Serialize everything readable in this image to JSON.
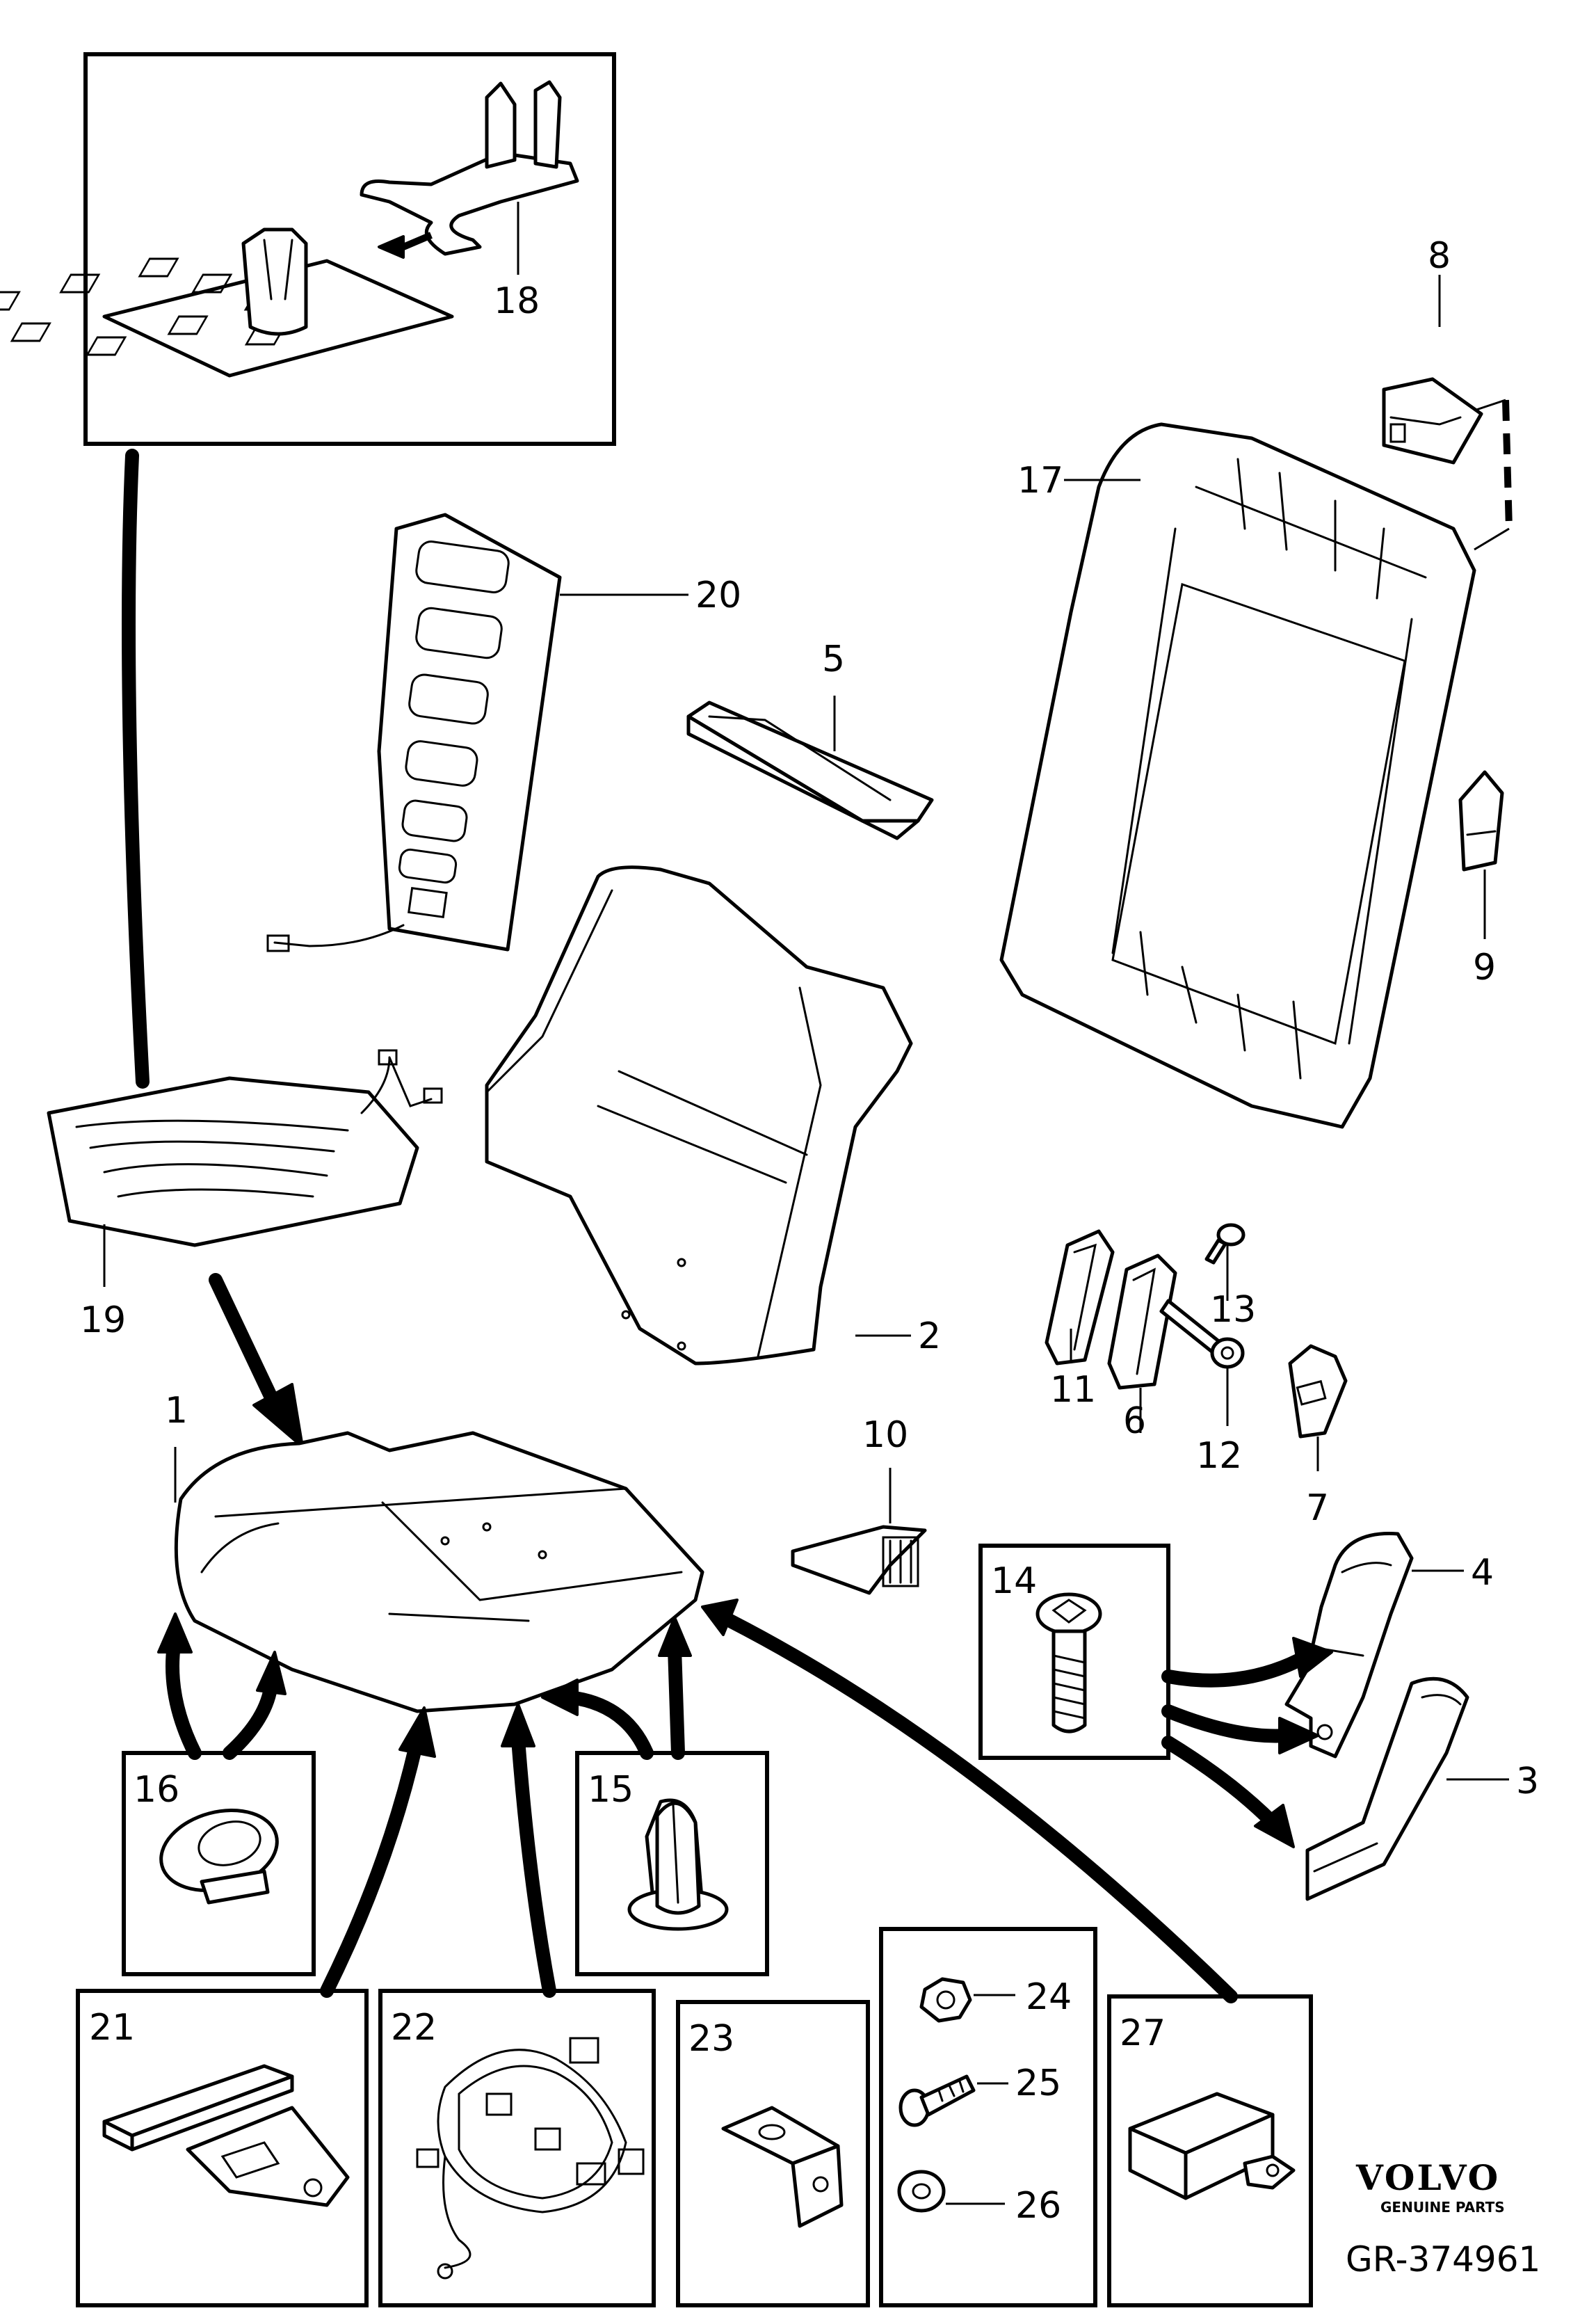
{
  "callouts": {
    "c1": "1",
    "c2": "2",
    "c3": "3",
    "c4": "4",
    "c5": "5",
    "c6": "6",
    "c7": "7",
    "c8": "8",
    "c9": "9",
    "c10": "10",
    "c11": "11",
    "c12": "12",
    "c13": "13",
    "c14": "14",
    "c15": "15",
    "c16": "16",
    "c17": "17",
    "c18": "18",
    "c19": "19",
    "c20": "20",
    "c21": "21",
    "c22": "22",
    "c23": "23",
    "c24": "24",
    "c25": "25",
    "c26": "26",
    "c27": "27"
  },
  "brand": {
    "logo": "VOLVO",
    "tagline": "GENUINE PARTS"
  },
  "reference": "GR-374961"
}
